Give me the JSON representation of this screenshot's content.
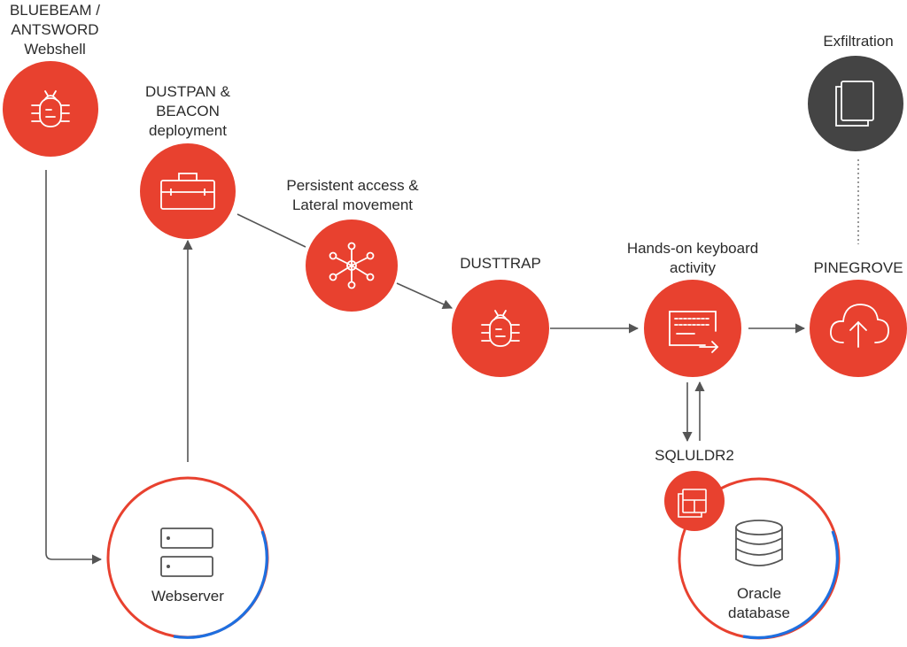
{
  "colors": {
    "accent": "#e8412f",
    "dark": "#444444",
    "blue": "#1e6fe0",
    "line": "#555555"
  },
  "nodes": {
    "bluebeam": {
      "lines": [
        "BLUEBEAM /",
        "ANTSWORD",
        "Webshell"
      ],
      "icon": "bug-icon"
    },
    "dustpan": {
      "lines": [
        "DUSTPAN &",
        "BEACON",
        "deployment"
      ],
      "icon": "toolbox-icon"
    },
    "persistent": {
      "lines": [
        "Persistent access &",
        "Lateral movement"
      ],
      "icon": "network-hub-icon"
    },
    "dusttrap": {
      "lines": [
        "DUSTTRAP"
      ],
      "icon": "bug-icon"
    },
    "keyboard": {
      "lines": [
        "Hands-on keyboard",
        "activity"
      ],
      "icon": "keyboard-icon"
    },
    "pinegrove": {
      "lines": [
        "PINEGROVE"
      ],
      "icon": "cloud-upload-icon"
    },
    "exfil": {
      "lines": [
        "Exfiltration"
      ],
      "icon": "documents-icon"
    },
    "sqluldr": {
      "lines": [
        "SQLULDR2"
      ],
      "icon": "table-icon"
    },
    "webserver": {
      "lines": [
        "Webserver"
      ],
      "icon": "server-icon"
    },
    "oracle": {
      "lines": [
        "Oracle",
        "database"
      ],
      "icon": "database-icon"
    }
  }
}
